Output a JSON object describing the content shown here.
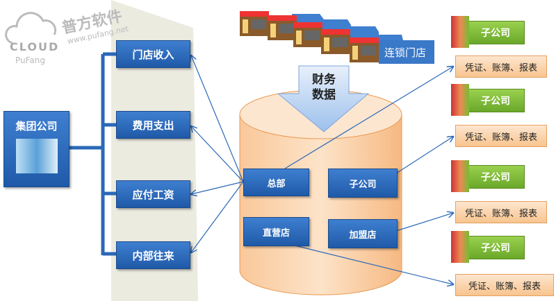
{
  "logo": {
    "cloud_text": "CLOUD",
    "brand_cn": "普方软件",
    "url": "www.pufang.net",
    "sub": "PuFang"
  },
  "group": {
    "label": "集团公司"
  },
  "left_items": [
    {
      "label": "门店收入"
    },
    {
      "label": "费用支出"
    },
    {
      "label": "应付工资"
    },
    {
      "label": "内部往来"
    }
  ],
  "chain": {
    "label": "连锁门店"
  },
  "arrow": {
    "line1": "财务",
    "line2": "数据"
  },
  "db_items": {
    "hq": "总部",
    "sub": "子公司",
    "direct": "直营店",
    "franchise": "加盟店"
  },
  "right": [
    {
      "company": "子公司",
      "books": "凭证、账簿、报表"
    },
    {
      "company": "子公司",
      "books": "凭证、账簿、报表"
    },
    {
      "company": "子公司",
      "books": "凭证、账簿、报表"
    },
    {
      "company": "子公司",
      "books": "凭证、账簿、报表"
    }
  ],
  "colors": {
    "blue": "#2a68b8",
    "green": "#7cba3a",
    "orange": "#f8c48e",
    "panel": "#ecebe0"
  }
}
